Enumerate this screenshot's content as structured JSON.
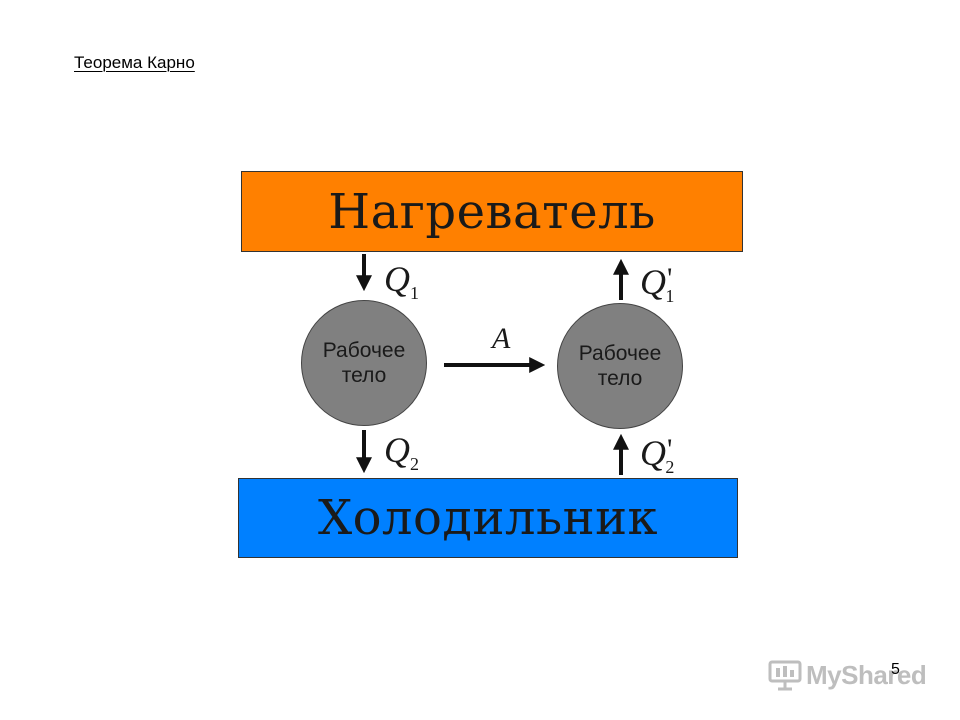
{
  "slide": {
    "title": "Теорема Карно",
    "page_number": "5"
  },
  "diagram": {
    "heater": {
      "label": "Нагреватель",
      "color": "#FF8000"
    },
    "cooler": {
      "label": "Холодильник",
      "color": "#0080FF"
    },
    "working_body_left": {
      "line1": "Рабочее",
      "line2": "тело",
      "color": "#808080"
    },
    "working_body_right": {
      "line1": "Рабочее",
      "line2": "тело",
      "color": "#808080"
    },
    "q1": {
      "symbol": "Q",
      "sub": "1"
    },
    "q1_prime": {
      "symbol": "Q",
      "prime": "'",
      "sub": "1"
    },
    "q2": {
      "symbol": "Q",
      "sub": "2"
    },
    "q2_prime": {
      "symbol": "Q",
      "prime": "'",
      "sub": "2"
    },
    "work": "A"
  },
  "watermark": {
    "text": "MyShared",
    "icon": "presentation-icon"
  }
}
